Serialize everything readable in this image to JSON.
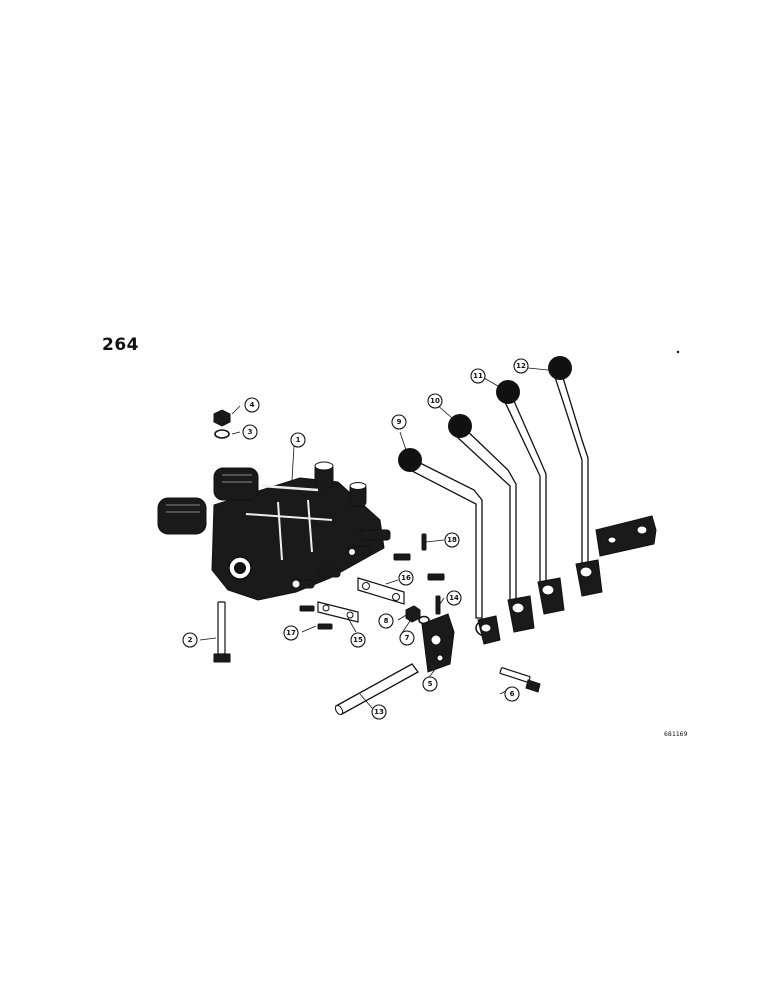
{
  "page_number": "264",
  "figure_ref": "681169",
  "callouts": [
    {
      "label": "1"
    },
    {
      "label": "2"
    },
    {
      "label": "3"
    },
    {
      "label": "4"
    },
    {
      "label": "5"
    },
    {
      "label": "6"
    },
    {
      "label": "7"
    },
    {
      "label": "8"
    },
    {
      "label": "9"
    },
    {
      "label": "10"
    },
    {
      "label": "11"
    },
    {
      "label": "12"
    },
    {
      "label": "13"
    },
    {
      "label": "14"
    },
    {
      "label": "15"
    },
    {
      "label": "16"
    },
    {
      "label": "17"
    },
    {
      "label": "18"
    }
  ]
}
